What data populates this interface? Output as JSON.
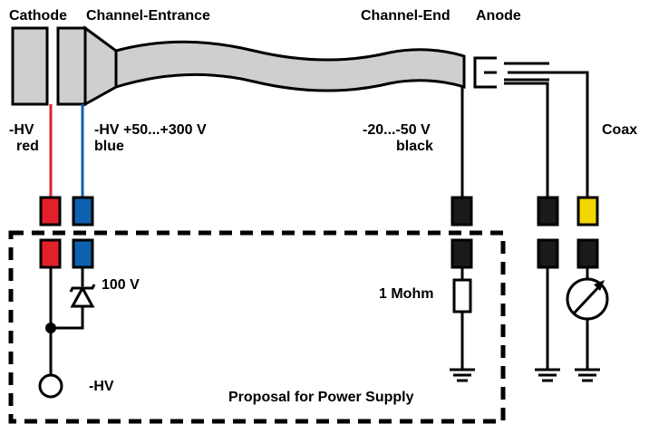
{
  "labels": {
    "cathode": "Cathode",
    "channel_entrance": "Channel-Entrance",
    "channel_end": "Channel-End",
    "anode": "Anode",
    "coax": "Coax",
    "hv_red_1": "-HV",
    "hv_red_2": "red",
    "hv_blue_1": "-HV +50...+300 V",
    "hv_blue_2": "blue",
    "black_1": "-20...-50 V",
    "black_2": "black",
    "zener": "100 V",
    "resistor": "1 Mohm",
    "hv_supply": "-HV",
    "power_supply": "Proposal for Power Supply"
  },
  "colors": {
    "red": "#e3202a",
    "blue": "#1060b0",
    "black": "#1a1a1a",
    "yellow": "#f2d600",
    "grey_fill": "#cfcfcf"
  },
  "icons": {
    "zener": "zener-diode-icon",
    "resistor": "resistor-icon",
    "meter": "ammeter-icon",
    "ground": "ground-icon",
    "terminal": "terminal-circle-icon"
  }
}
